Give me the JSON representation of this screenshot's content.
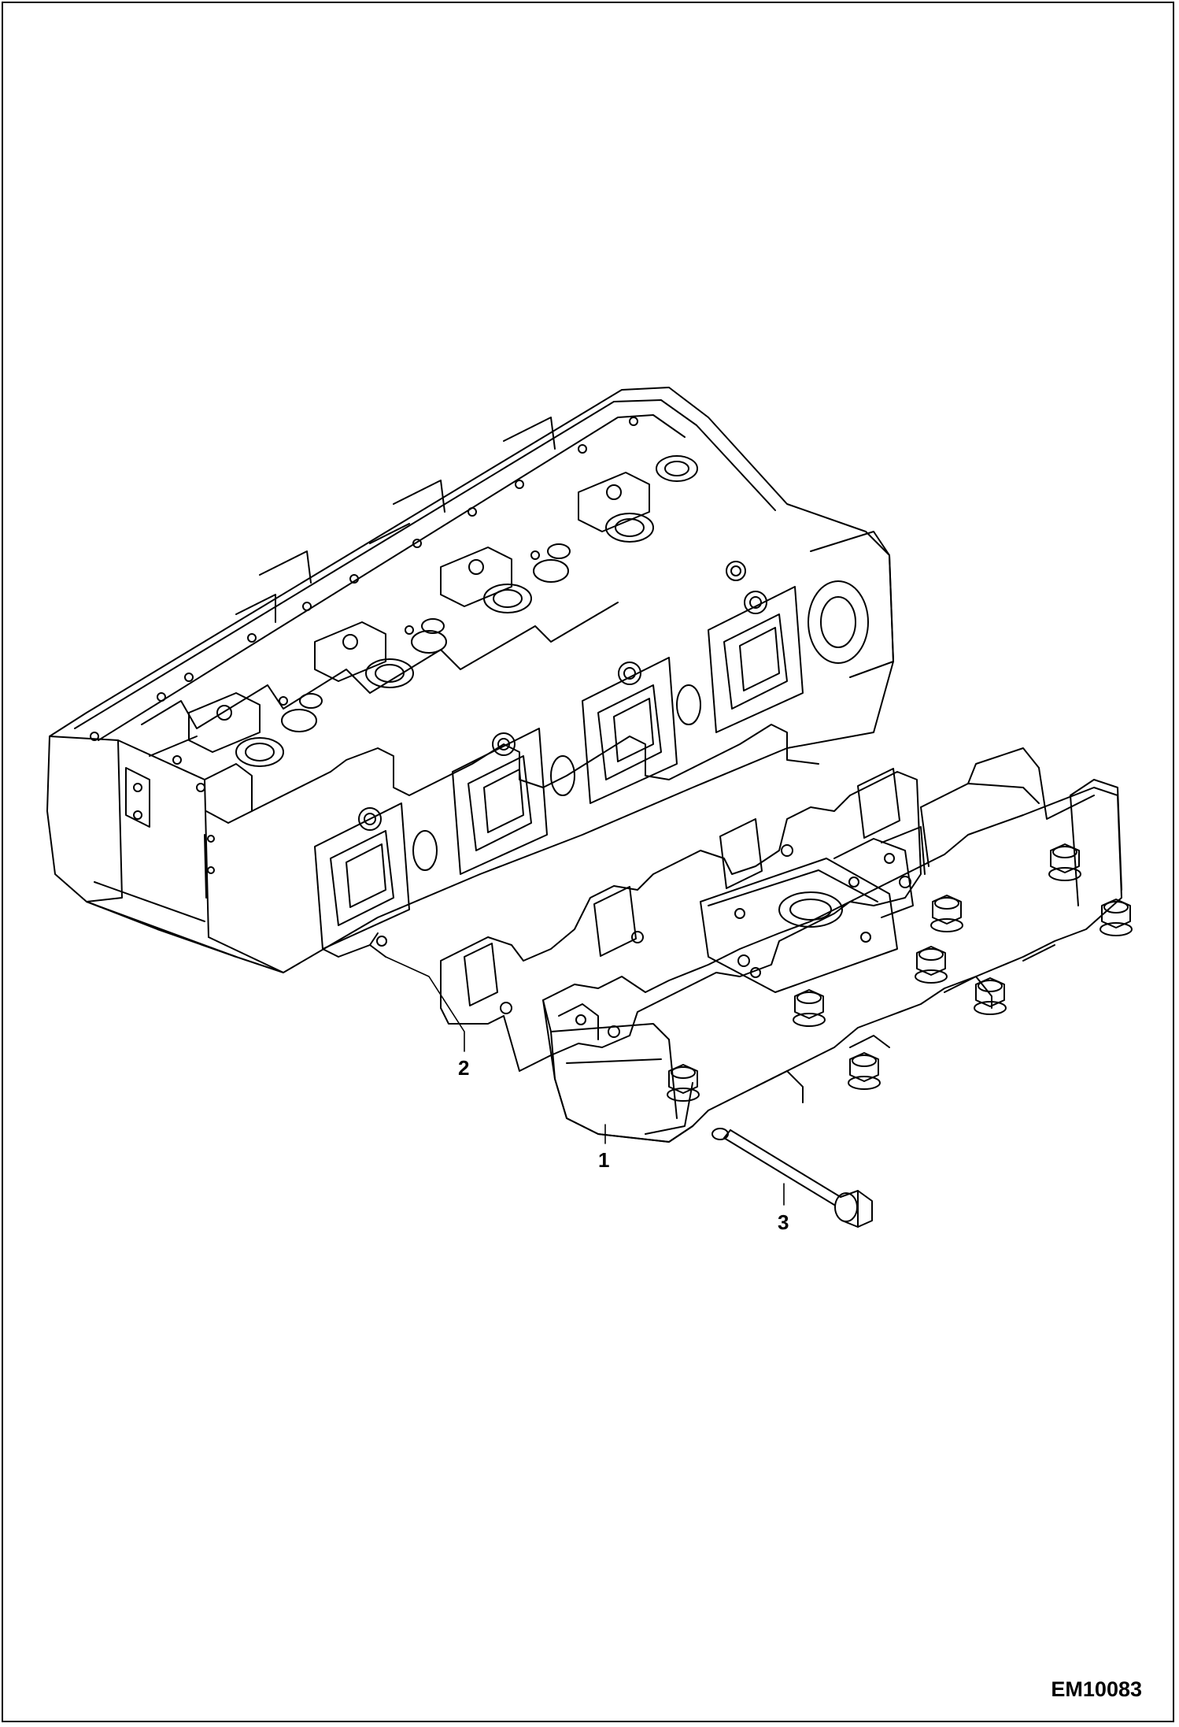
{
  "callouts": {
    "manifold": "1",
    "gasket": "2",
    "bolt": "3"
  },
  "drawing_number": "EM10083",
  "colors": {
    "line": "#000000",
    "background": "#ffffff"
  }
}
